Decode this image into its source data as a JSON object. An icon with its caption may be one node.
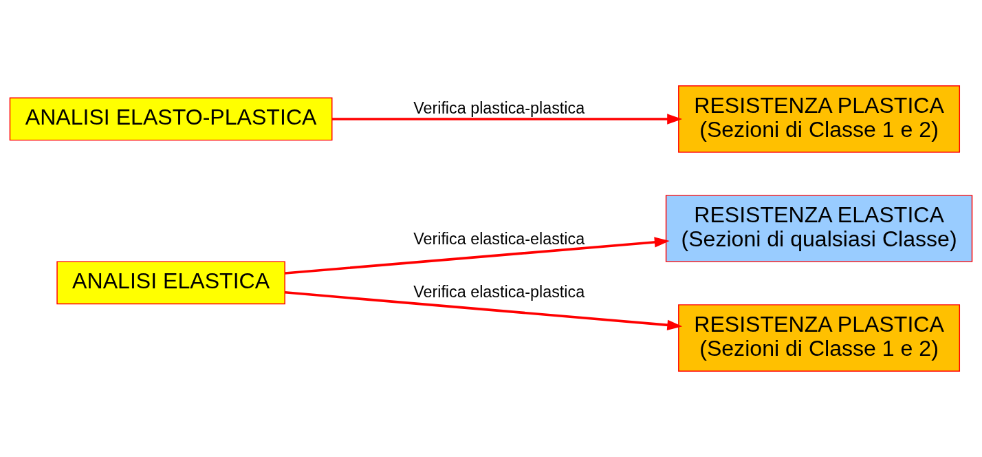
{
  "diagram": {
    "nodes": [
      {
        "text": [
          "ANALISI ELASTICA"
        ]
      },
      {
        "text": [
          "RESISTENZA ELASTICA",
          "(Sezioni di qualsiasi Classe)"
        ]
      },
      {
        "text": [
          "RESISTENZA PLASTICA",
          "(Sezioni di Classe 1 e 2)"
        ]
      },
      {
        "text": [
          "ANALISI ELASTO-PLASTICA"
        ]
      },
      {
        "text": [
          "RESISTENZA PLASTICA",
          "(Sezioni di Classe 1 e 2)"
        ]
      }
    ],
    "edges": [
      {
        "from": 0,
        "to": 1,
        "arrow": "to",
        "label": "Verifica elastica-elastica"
      },
      {
        "from": 0,
        "to": 2,
        "arrow": "to",
        "label": "Verifica elastica-plastica"
      },
      {
        "from": 3,
        "to": 4,
        "arrow": "to",
        "label": "Verifica plastica-plastica"
      }
    ]
  }
}
